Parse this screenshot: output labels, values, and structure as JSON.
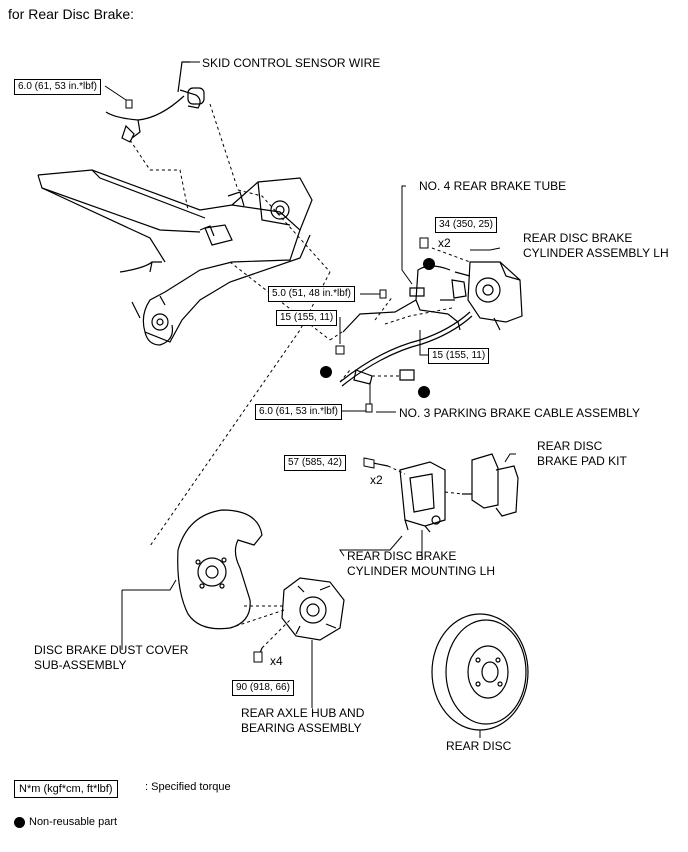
{
  "title": "for Rear Disc Brake:",
  "parts": {
    "skid_sensor_wire": "SKID CONTROL SENSOR WIRE",
    "no4_brake_tube": "NO. 4 REAR BRAKE TUBE",
    "caliper_lh": "REAR DISC BRAKE\nCYLINDER ASSEMBLY LH",
    "parking_cable": "NO. 3 PARKING BRAKE CABLE ASSEMBLY",
    "pad_kit": "REAR DISC\nBRAKE PAD KIT",
    "mounting_lh": "REAR DISC BRAKE\nCYLINDER MOUNTING LH",
    "dust_cover": "DISC BRAKE DUST COVER\nSUB-ASSEMBLY",
    "hub_bearing": "REAR AXLE HUB AND\nBEARING ASSEMBLY",
    "rear_disc": "REAR DISC"
  },
  "torques": {
    "sensor_bolt": "6.0 (61, 53 in.*lbf)",
    "caliper_bolt": "34 (350, 25)",
    "tube_bracket": "5.0 (51, 48 in.*lbf)",
    "flare_nut_left": "15 (155, 11)",
    "flare_nut_right": "15 (155, 11)",
    "cable_bolt": "6.0 (61, 53 in.*lbf)",
    "mounting_bolt": "57 (585, 42)",
    "hub_bolt": "90 (918, 66)"
  },
  "quantities": {
    "caliper_bolt": "x2",
    "mounting_bolt": "x2",
    "hub_bolt": "x4"
  },
  "legend": {
    "torque_unit": "N*m (kgf*cm, ft*lbf)",
    "torque_desc": ": Specified torque",
    "non_reusable": "Non-reusable part"
  }
}
